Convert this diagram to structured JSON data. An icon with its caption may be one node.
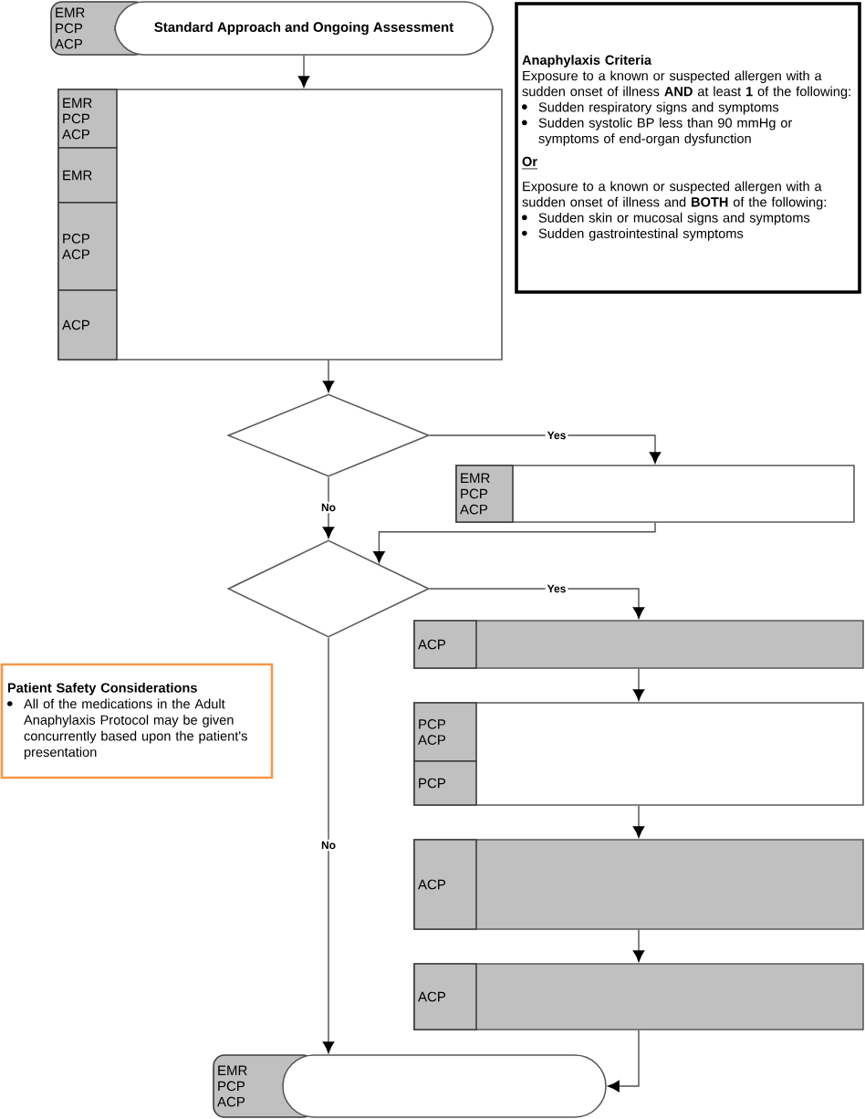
{
  "diagram": {
    "nodes": [
      {
        "text": [
          "EMR PCP ACP"
        ]
      },
      {
        "text": [
          "Standard Approach and Ongoing Assessment"
        ]
      },
      {
        "text": [
          "Anaphylaxis Criteria",
          "Exposure to a known or suspected allergen with a sudden onset of illness **AND** at least **1** of the following:",
          "Sudden respiratory signs and symptoms",
          "Sudden systolic BP less than 90 mmHg or symptoms of end-organ dysfunction",
          "Or",
          "Exposure to a known or suspected allergen  with a sudden onset of illness and **BOTH** of the following:",
          "Sudden skin or mucosal signs and symptoms",
          "Sudden gastrointestinal symptoms"
        ]
      },
      {
        "text": [],
        "shape": "box"
      },
      {
        "text": [
          "EMR PCP ACP"
        ],
        "in": 3
      },
      {
        "text": [
          "EMR"
        ],
        "in": 3
      },
      {
        "text": [
          "PCP ACP"
        ],
        "in": 3
      },
      {
        "text": [
          "ACP"
        ],
        "in": 3
      },
      {
        "text": [],
        "shape": "diamond"
      },
      {
        "text": [],
        "shape": "box"
      },
      {
        "text": [
          "EMR PCP ACP"
        ],
        "in": 9
      },
      {
        "text": [],
        "shape": "diamond"
      },
      {
        "text": [],
        "shape": "box"
      },
      {
        "text": [
          "ACP"
        ],
        "in": 12
      },
      {
        "text": [],
        "shape": "box"
      },
      {
        "text": [
          "PCP ACP"
        ],
        "in": 14
      },
      {
        "text": [
          "PCP"
        ],
        "in": 14
      },
      {
        "text": [],
        "shape": "box"
      },
      {
        "text": [
          "ACP"
        ],
        "in": 17
      },
      {
        "text": [],
        "shape": "box"
      },
      {
        "text": [
          "ACP"
        ],
        "in": 19
      },
      {
        "text": [
          "EMR PCP ACP"
        ]
      },
      {
        "text": [],
        "shape": "pill"
      },
      {
        "text": [
          "Patient Safety Considerations",
          "All of the medications in the Adult Anaphylaxis Protocol may be given concurrently based upon the patient's presentation"
        ]
      }
    ],
    "edges": [
      {
        "from": 1,
        "to": 3,
        "arrow": "to"
      },
      {
        "from": 3,
        "to": 8,
        "arrow": "to"
      },
      {
        "from": 8,
        "to": 9,
        "arrow": "to",
        "label": "Yes"
      },
      {
        "from": 8,
        "to": 11,
        "arrow": "to",
        "label": "No"
      },
      {
        "from": 9,
        "to": 11,
        "arrow": "to"
      },
      {
        "from": 11,
        "to": 12,
        "arrow": "to",
        "label": "Yes"
      },
      {
        "from": 12,
        "to": 14,
        "arrow": "to"
      },
      {
        "from": 14,
        "to": 17,
        "arrow": "to"
      },
      {
        "from": 17,
        "to": 19,
        "arrow": "to"
      },
      {
        "from": 11,
        "to": 22,
        "arrow": "to",
        "label": "No"
      },
      {
        "from": 19,
        "to": 22,
        "arrow": "to"
      }
    ]
  }
}
